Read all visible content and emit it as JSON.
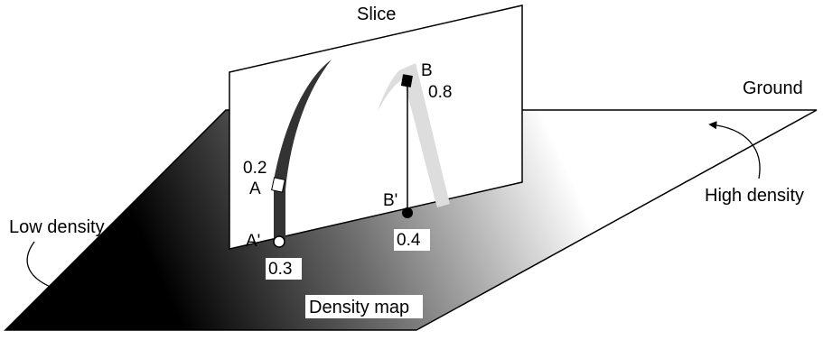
{
  "slice_label": "Slice",
  "ground_label": "Ground",
  "density_map_label": "Density map",
  "low_density_label": "Low density",
  "high_density_label": "High density",
  "point_a": {
    "label": "A",
    "value": "0.2"
  },
  "point_a_prime": {
    "label": "A'",
    "value": "0.3"
  },
  "point_b": {
    "label": "B",
    "value": "0.8"
  },
  "point_b_prime": {
    "label": "B'",
    "value": "0.4"
  },
  "colors": {
    "density_low": "#000000",
    "density_high": "#ffffff",
    "dark_band": "#333333",
    "light_band": "#dddddd",
    "outline": "#000000"
  }
}
